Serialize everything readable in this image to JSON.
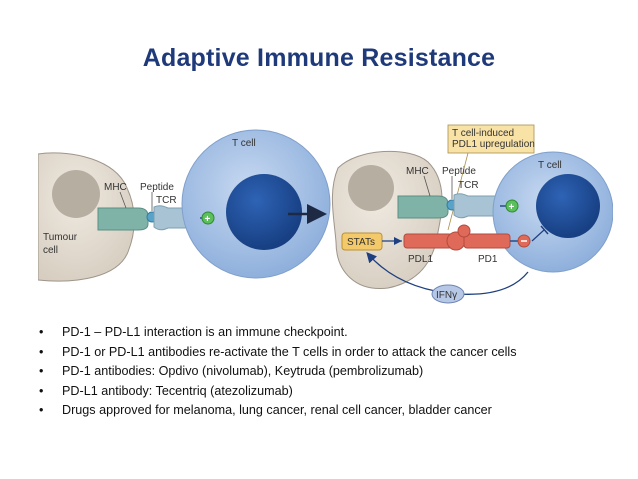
{
  "title": "Adaptive Immune Resistance",
  "diagram": {
    "left_panel": {
      "tumour_cell_label": "Tumour\ncell",
      "mhc_label": "MHC",
      "peptide_label": "Peptide",
      "tcr_label": "TCR",
      "t_cell_label": "T cell"
    },
    "right_panel": {
      "callout_label": "T cell-induced\nPDL1 upregulation",
      "mhc_label": "MHC",
      "peptide_label": "Peptide",
      "tcr_label": "TCR",
      "t_cell_label": "T cell",
      "stats_label": "STATs",
      "pdl1_label": "PDL1",
      "pd1_label": "PD1",
      "ifn_label": "IFNγ"
    },
    "colors": {
      "tumour_cell": "#e4ddd2",
      "tumour_nucleus": "#b7aea2",
      "t_cell": "#a9c3e6",
      "t_nucleus": "#1f4f9a",
      "mhc": "#7fb3a8",
      "tcr": "#a8c3d3",
      "pd_molecules": "#e06a5a",
      "stats_box": "#f3c969",
      "callout_box": "#f8e2a6"
    }
  },
  "bullets": [
    "PD-1 – PD-L1 interaction is an immune checkpoint.",
    "PD-1 or PD-L1 antibodies re-activate the T cells in order to attack the cancer cells",
    "PD-1 antibodies:  Opdivo (nivolumab), Keytruda (pembrolizumab)",
    "PD-L1 antibody:  Tecentriq (atezolizumab)",
    "Drugs approved for melanoma, lung cancer, renal cell cancer, bladder cancer"
  ]
}
